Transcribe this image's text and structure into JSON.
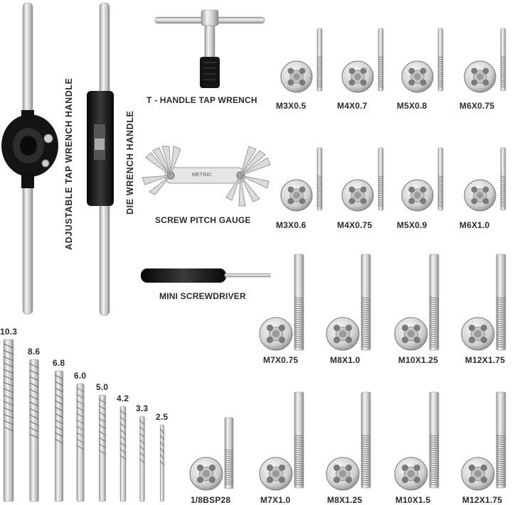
{
  "labels": {
    "adjustable_tap_wrench_handle": "ADJUSTABLE  TAP  WRENCH  HANDLE",
    "die_wrench_handle": "DIE  WRENCH  HANDLE",
    "t_handle_tap_wrench": "T - HANDLE TAP WRENCH",
    "screw_pitch_gauge": "SCREW PITCH GAUGE",
    "mini_screwdriver": "MINI SCREWDRIVER",
    "gauge_marking": "METRIC"
  },
  "small_sets_row1": [
    "M3X0.5",
    "M4X0.7",
    "M5X0.8",
    "M6X0.75"
  ],
  "small_sets_row2": [
    "M3X0.6",
    "M4X0.75",
    "M5X0.9",
    "M6X1.0"
  ],
  "large_sets_row1": [
    "M7X0.75",
    "M8X1.0",
    "M10X1.25",
    "M12X1.75"
  ],
  "large_sets_row2": [
    "1/8BSP28",
    "M7X1.0",
    "M8X1.25",
    "M10X1.5",
    "M12X1.75"
  ],
  "drill_bits": [
    "10.3",
    "8.6",
    "6.8",
    "6.0",
    "5.0",
    "4.2",
    "3.3",
    "2.5"
  ],
  "colors": {
    "label": "#2b2b2b",
    "steel_light": "#eeeeee",
    "steel_dark": "#8a8a8a",
    "handle_black": "#1a1a1a"
  }
}
